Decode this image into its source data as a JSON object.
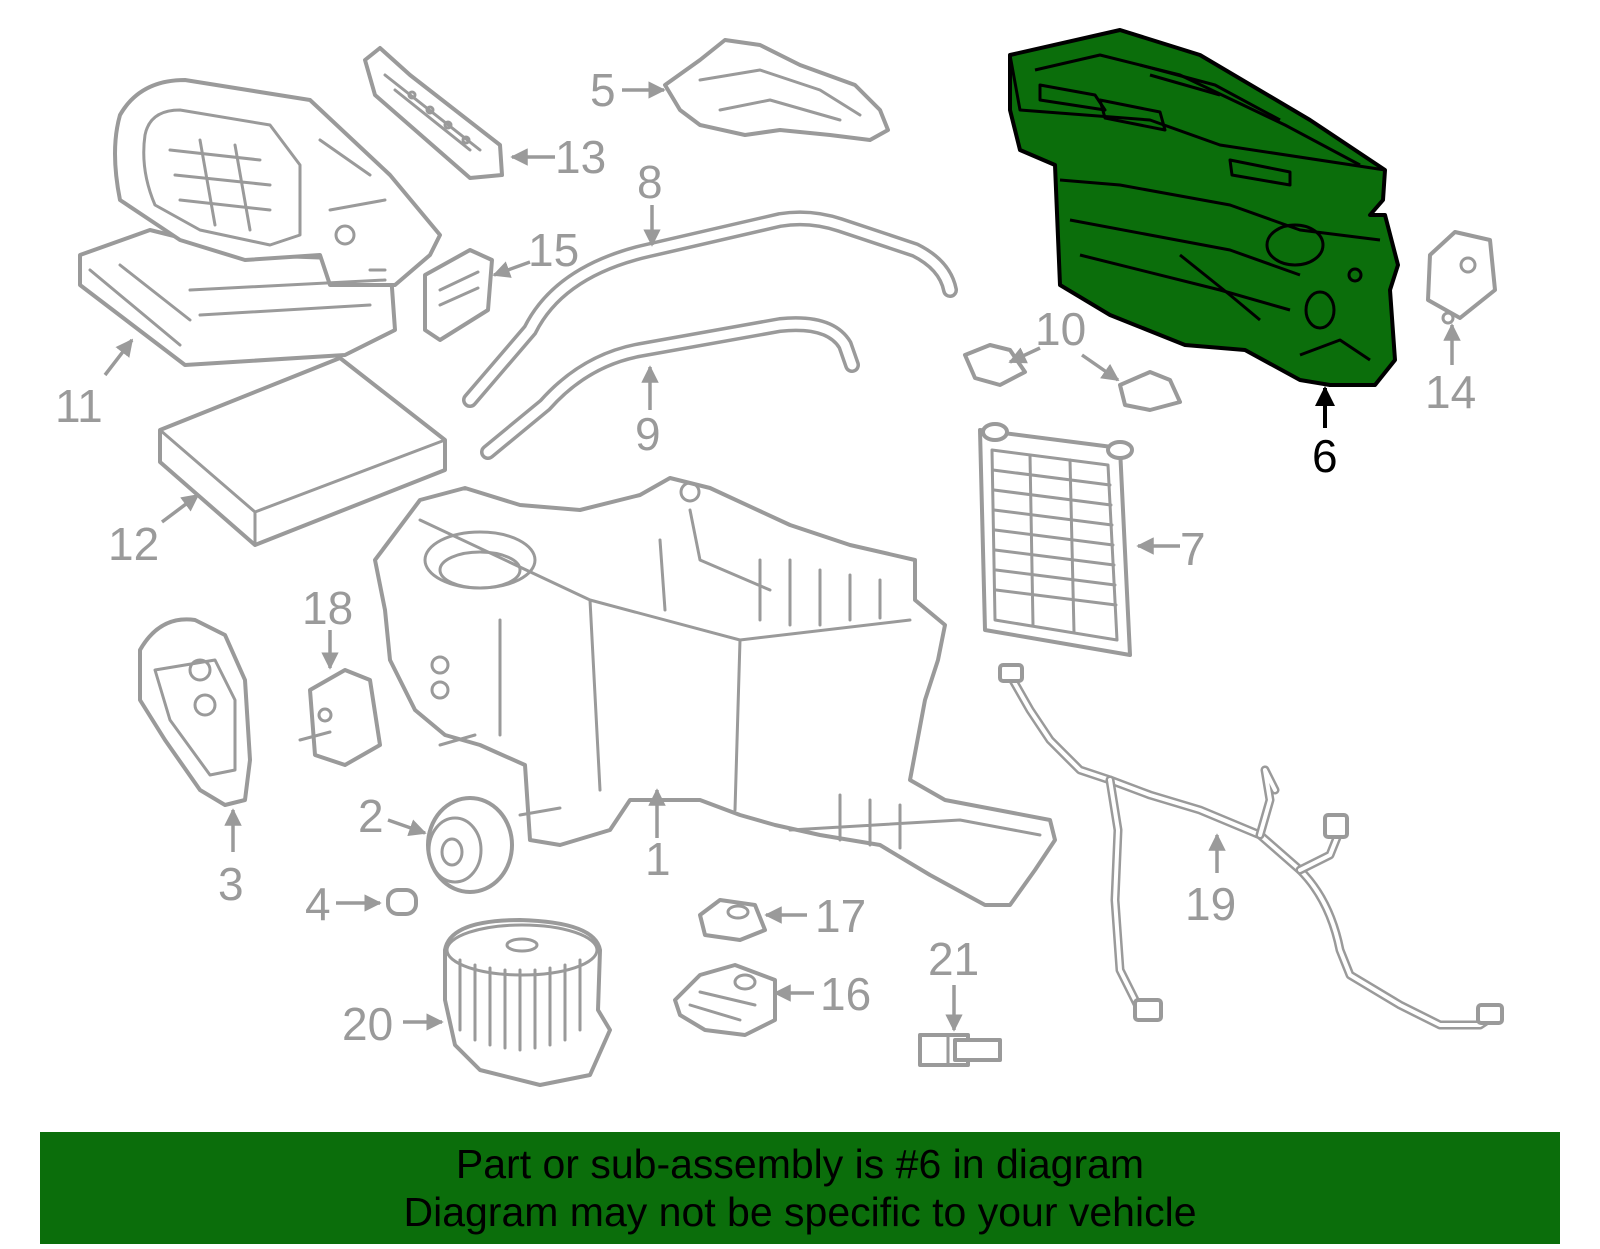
{
  "diagram": {
    "callouts": {
      "p1": "1",
      "p2": "2",
      "p3": "3",
      "p4": "4",
      "p5": "5",
      "p6": "6",
      "p7": "7",
      "p8": "8",
      "p9": "9",
      "p10": "10",
      "p11": "11",
      "p12": "12",
      "p13": "13",
      "p14": "14",
      "p15": "15",
      "p16": "16",
      "p17": "17",
      "p18": "18",
      "p19": "19",
      "p20": "20",
      "p21": "21"
    },
    "highlighted_part": "6",
    "highlight_color": "#0b6e0b",
    "line_color": "#9a9a9a"
  },
  "banner": {
    "line1": "Part or sub-assembly is #6 in diagram",
    "line2": "Diagram may not be specific to your vehicle",
    "background": "#0b6e0b"
  }
}
